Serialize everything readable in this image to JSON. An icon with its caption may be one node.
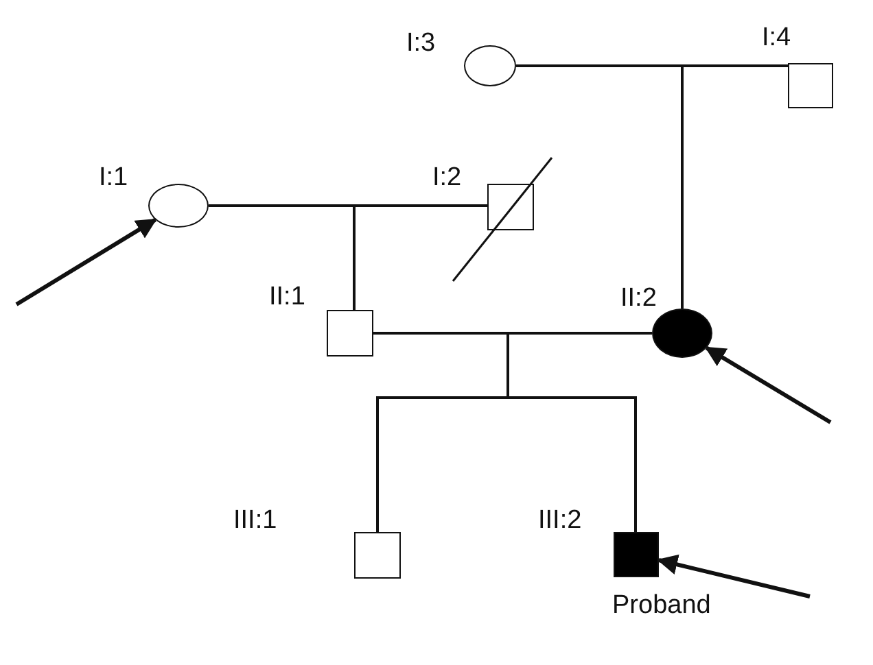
{
  "diagram": {
    "nodes": [
      {
        "text": [],
        "shape": "circle",
        "beside": [
          "I:3"
        ]
      },
      {
        "text": [],
        "shape": "box",
        "beside": [
          "I:4"
        ]
      },
      {
        "text": [],
        "shape": "circle",
        "beside": [
          "I:1"
        ]
      },
      {
        "text": [],
        "shape": "box",
        "beside": [
          "I:2"
        ]
      },
      {
        "text": [],
        "shape": "box",
        "beside": [
          "II:1"
        ]
      },
      {
        "text": [],
        "shape": "circle",
        "beside": [
          "II:2"
        ]
      },
      {
        "text": [],
        "shape": "box",
        "beside": [
          "III:1"
        ]
      },
      {
        "text": [],
        "shape": "box",
        "beside": [
          "III:2",
          "Proband"
        ]
      }
    ],
    "edges": [
      {
        "from": 0,
        "to": 1,
        "arrow": "none"
      },
      {
        "from": 2,
        "to": 3,
        "arrow": "none"
      },
      {
        "from": 4,
        "to": 5,
        "arrow": "none"
      },
      {
        "from": 0,
        "to": 5,
        "arrow": "none"
      },
      {
        "from": 1,
        "to": 5,
        "arrow": "none"
      },
      {
        "from": 2,
        "to": 4,
        "arrow": "none"
      },
      {
        "from": 3,
        "to": 4,
        "arrow": "none"
      },
      {
        "from": 4,
        "to": 6,
        "arrow": "none"
      },
      {
        "from": 5,
        "to": 6,
        "arrow": "none"
      },
      {
        "from": 4,
        "to": 7,
        "arrow": "none"
      },
      {
        "from": 5,
        "to": 7,
        "arrow": "none"
      },
      {
        "from": null,
        "to": 2,
        "arrow": "to"
      },
      {
        "from": null,
        "to": 5,
        "arrow": "to"
      },
      {
        "from": null,
        "to": 7,
        "arrow": "to"
      }
    ]
  }
}
